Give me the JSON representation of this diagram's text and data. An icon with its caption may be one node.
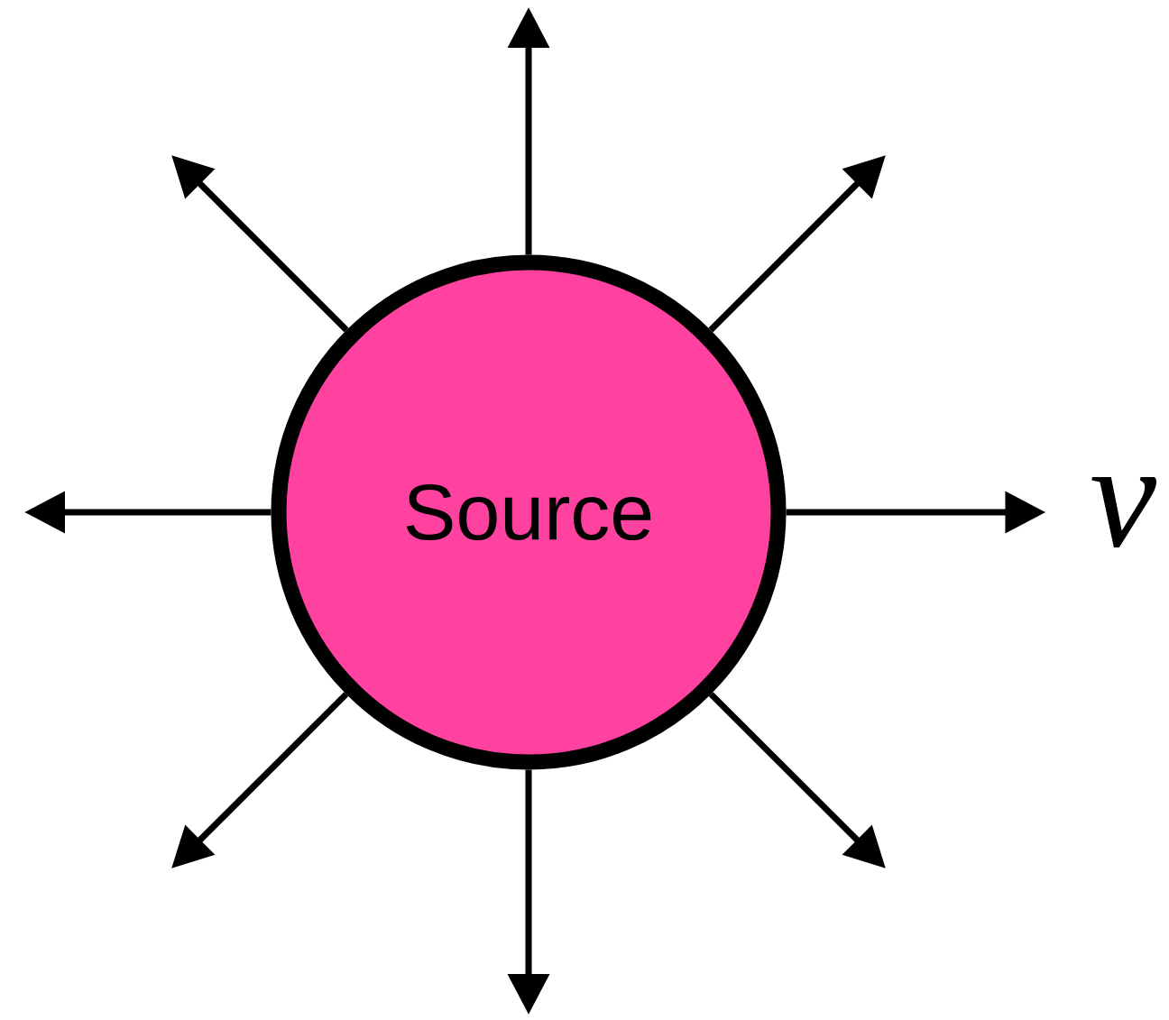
{
  "diagram": {
    "nodes": [
      {
        "text": [
          "Source"
        ]
      },
      {
        "text": [
          "ν"
        ]
      }
    ],
    "edges": [
      {
        "from": 0,
        "to": null,
        "arrow": "to"
      },
      {
        "from": 0,
        "to": null,
        "arrow": "to"
      },
      {
        "from": 0,
        "to": 1,
        "arrow": "to"
      },
      {
        "from": 0,
        "to": null,
        "arrow": "to"
      },
      {
        "from": 0,
        "to": null,
        "arrow": "to"
      },
      {
        "from": 0,
        "to": null,
        "arrow": "to"
      },
      {
        "from": 0,
        "to": null,
        "arrow": "to"
      },
      {
        "from": 0,
        "to": null,
        "arrow": "to"
      }
    ]
  }
}
